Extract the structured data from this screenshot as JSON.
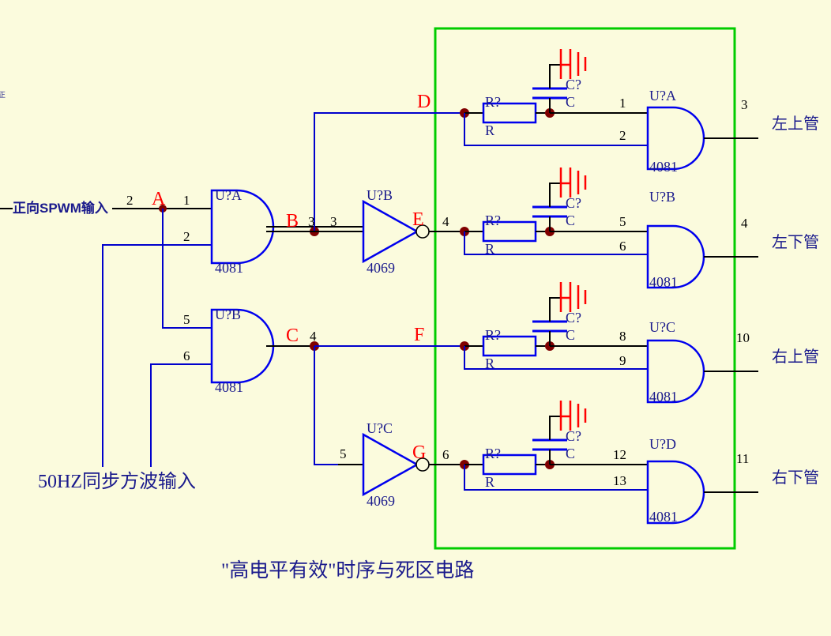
{
  "page": {
    "background_color": "#fbfbdd",
    "caption": "\"高电平有效\"时序与死区电路",
    "wire_color": "#0000cc",
    "symbol_color": "#0000ee",
    "node_label_color": "#ff0000",
    "boundary_color": "#00cc00",
    "ground_color": "#ff0000",
    "junction_color": "#800000"
  },
  "inputs": {
    "spwm": {
      "label": "正向SPWM输入",
      "pin": "2"
    },
    "sync": {
      "label": "50HZ同步方波输入"
    },
    "clipped_left_text": "正"
  },
  "node_labels": {
    "a": "A",
    "b": "B",
    "c": "C",
    "d": "D",
    "e": "E",
    "f": "F",
    "g": "G"
  },
  "gates": {
    "and_input_top": {
      "refdes": "U?A",
      "part": "4081",
      "pin_in1": "1",
      "pin_in2": "2",
      "pin_out": "3"
    },
    "and_input_bottom": {
      "refdes": "U?B",
      "part": "4081",
      "pin_in1": "5",
      "pin_in2": "6",
      "pin_out": "4"
    },
    "inv_top": {
      "refdes": "U?B",
      "part": "4069",
      "pin_in": "3",
      "pin_out": "4"
    },
    "inv_bottom": {
      "refdes": "U?C",
      "part": "4069",
      "pin_in": "5",
      "pin_out": "6"
    },
    "out_and_1": {
      "refdes": "U?A",
      "part": "4081",
      "pin_in1": "1",
      "pin_in2": "2",
      "pin_out": "3"
    },
    "out_and_2": {
      "refdes": "U?B",
      "part": "4081",
      "pin_in1": "5",
      "pin_in2": "6",
      "pin_out": "4"
    },
    "out_and_3": {
      "refdes": "U?C",
      "part": "4081",
      "pin_in1": "8",
      "pin_in2": "9",
      "pin_out": "10"
    },
    "out_and_4": {
      "refdes": "U?D",
      "part": "4081",
      "pin_in1": "12",
      "pin_in2": "13",
      "pin_out": "11"
    }
  },
  "rc_networks": [
    {
      "r_refdes": "R?",
      "r_value": "R",
      "c_refdes": "C?",
      "c_value": "C"
    },
    {
      "r_refdes": "R?",
      "r_value": "R",
      "c_refdes": "C?",
      "c_value": "C"
    },
    {
      "r_refdes": "R?",
      "r_value": "R",
      "c_refdes": "C?",
      "c_value": "C"
    },
    {
      "r_refdes": "R?",
      "r_value": "R",
      "c_refdes": "C?",
      "c_value": "C"
    }
  ],
  "outputs": [
    {
      "pin": "3",
      "label": "左上管"
    },
    {
      "pin": "4",
      "label": "左下管"
    },
    {
      "pin": "10",
      "label": "右上管"
    },
    {
      "pin": "11",
      "label": "右下管"
    }
  ],
  "node_e_pin": "4",
  "node_g_pin": "6",
  "node_b_pin": "3",
  "node_c_pin": "4",
  "inv_top_in_pin": "3",
  "inv_bottom_in_pin": "5"
}
